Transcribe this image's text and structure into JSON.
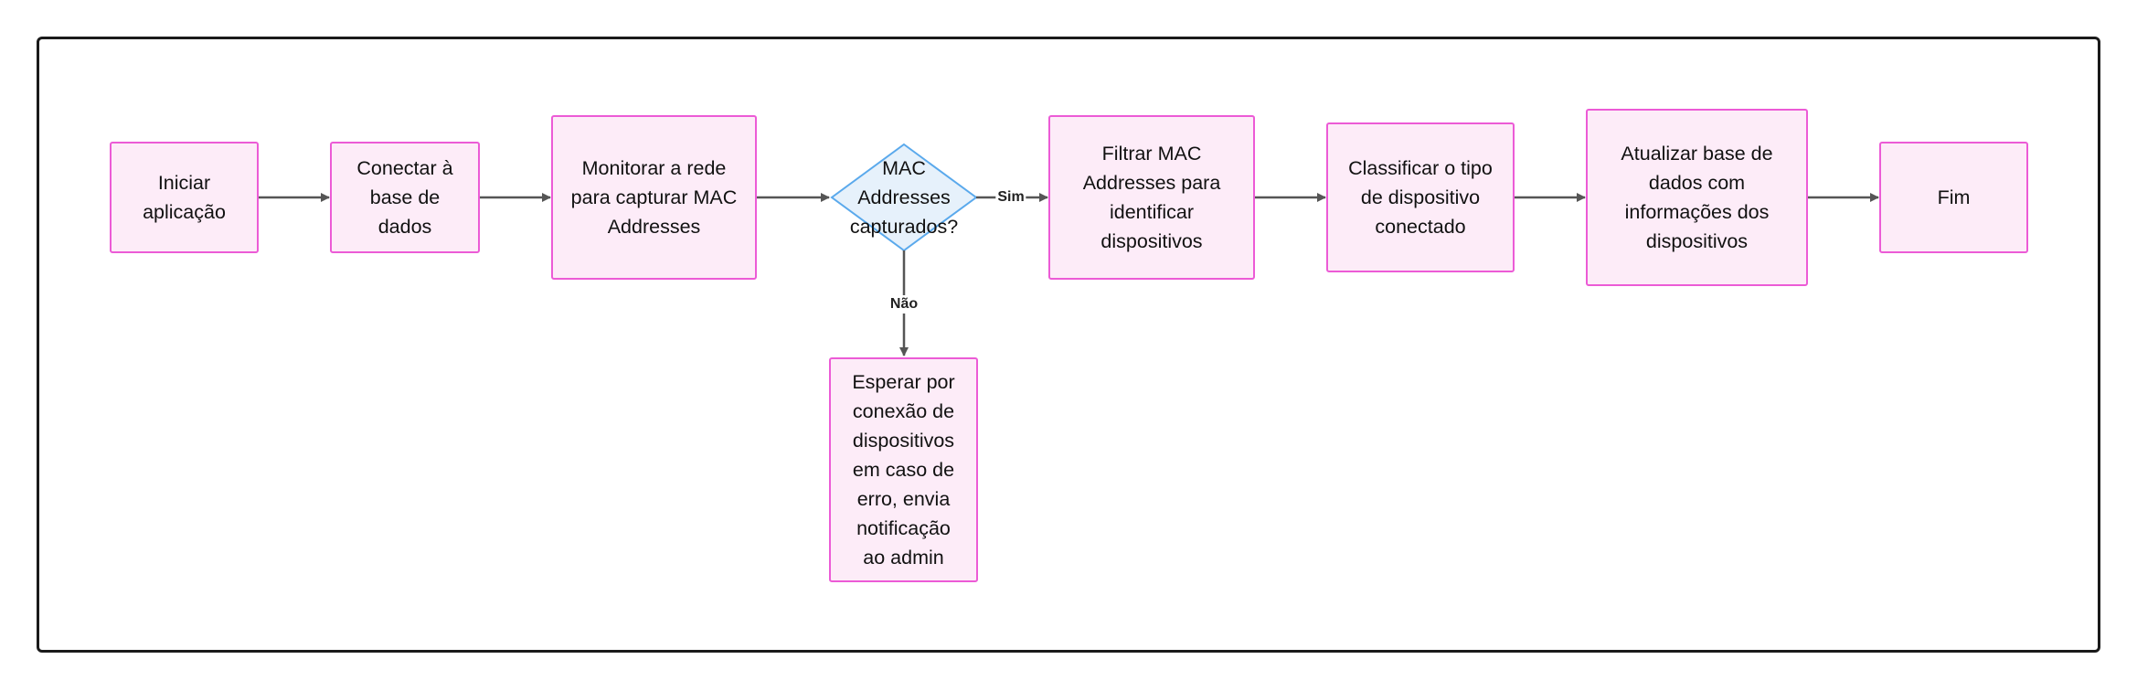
{
  "nodes": {
    "start": "Iniciar aplicação",
    "connect_db": "Conectar à base de dados",
    "monitor": "Monitorar a rede para capturar MAC Addresses",
    "decision": "MAC Addresses capturados?",
    "filter": "Filtrar MAC Addresses para identificar dispositivos",
    "classify": "Classificar o tipo de dispositivo conectado",
    "update_db": "Atualizar base de dados com informações dos dispositivos",
    "end": "Fim",
    "wait": "Esperar por conexão de dispositivos em caso de erro, envia notificação ao admin"
  },
  "edges": {
    "yes_label": "Sim",
    "no_label": "Não"
  },
  "colors": {
    "node_fill": "#fdecf8",
    "node_stroke": "#ec5bd6",
    "decision_fill": "#e6f1fb",
    "decision_stroke": "#5aa9ec",
    "edge": "#555555",
    "frame": "#1a1a1a"
  }
}
